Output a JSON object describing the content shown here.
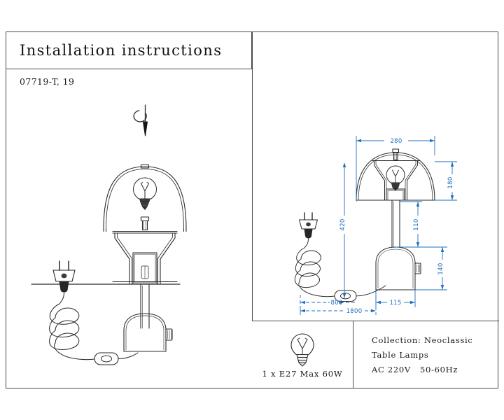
{
  "document": {
    "title": "Installation instructions",
    "model_code": "07719-T, 19"
  },
  "bulb_spec": {
    "icon": "light-bulb-icon",
    "label": "1 x E27 Max 60W"
  },
  "collection": {
    "line1": "Collection: Neoclassic",
    "line2": "Table Lamps",
    "line3": "AC 220V   50-60Hz"
  },
  "assembly_view": {
    "rotate_symbol": "rotate-install-icon",
    "shade": "dome-shade-outline",
    "bulb": "light-bulb-icon",
    "socket": "lamp-socket",
    "base": "lamp-base",
    "plug": "power-plug-icon",
    "switch": "inline-rocker-switch",
    "cord": "power-cord"
  },
  "dimension_view": {
    "shade": "dome-shade",
    "bulb": "light-bulb-icon",
    "base": "lamp-base",
    "plug": "power-plug-icon",
    "switch": "inline-rocker-switch"
  },
  "dimensions": {
    "shade_width": "280",
    "shade_height": "180",
    "total_height": "420",
    "stem_height": "110",
    "base_height": "140",
    "base_width": "115",
    "switch_distance": "800",
    "cord_length": "1800"
  },
  "colors": {
    "dimension_blue": "#1d6fbf",
    "line_dark": "#2a2a2a",
    "border": "#4a4a4a"
  }
}
